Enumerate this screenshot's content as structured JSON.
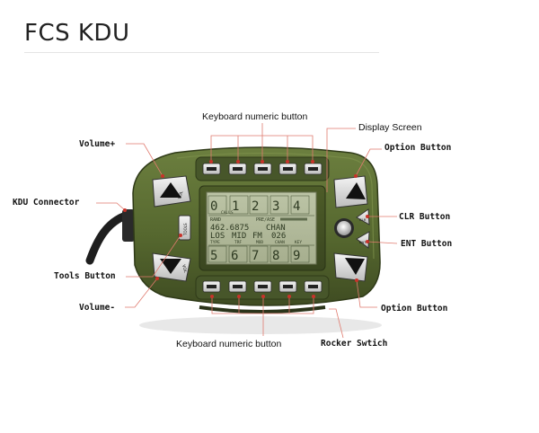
{
  "title": "FCS KDU",
  "labels": {
    "keyboard_top": "Keyboard numeric button",
    "display_screen": "Display Screen",
    "option_top": "Option Button",
    "volume_plus": "Volume+",
    "kdu_connector": "KDU Connector",
    "clr_button": "CLR Button",
    "ent_button": "ENT Button",
    "tools_button": "Tools Button",
    "volume_minus": "Volume-",
    "option_bottom": "Option Button",
    "keyboard_bottom": "Keyboard numeric button",
    "rocker_switch": "Rocker Swtich"
  },
  "device": {
    "btn_vol_up": "VOL",
    "btn_vol_down": "VOL",
    "btn_tools": "TOOLS",
    "btn_clr": "CLR",
    "btn_ent": "ENT",
    "colors": {
      "body": "#5d6f36",
      "body_dark": "#3e4b22",
      "lcd": "#b3bb9c",
      "marker": "#c8332a"
    }
  },
  "screen": {
    "row1": [
      "0",
      "1",
      "2",
      "3",
      "4"
    ],
    "row1_small": "CALLS",
    "row2_left": "RAND",
    "row2_mid": "PRE/ASE",
    "row3": [
      "462.6875",
      "CHAN"
    ],
    "row4": [
      "LOS",
      "MID",
      "FM",
      "026"
    ],
    "row5": [
      "TYPE",
      "TRF",
      "MOD",
      "CHAN",
      "KEY"
    ],
    "row6": [
      "5",
      "6",
      "7",
      "8",
      "9"
    ]
  }
}
